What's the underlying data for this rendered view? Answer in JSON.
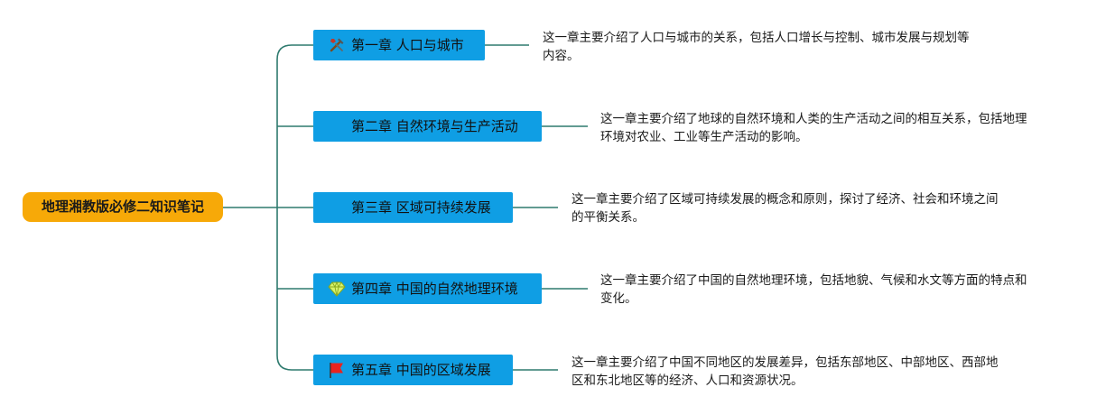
{
  "root": {
    "label": "地理湘教版必修二知识笔记"
  },
  "colors": {
    "root": "#f7a908",
    "chapter": "#0f9ee4",
    "line": "#2e7a6e"
  },
  "chapters": [
    {
      "title": "第一章 人口与城市",
      "icon": "tools-icon",
      "desc": [
        "这一章主要介绍了人口与城市的关系，包括人口增长与控制、城市发展与规划等",
        "内容。"
      ]
    },
    {
      "title": "第二章 自然环境与生产活动",
      "icon": "",
      "desc": [
        "这一章主要介绍了地球的自然环境和人类的生产活动之间的相互关系，包括地理",
        "环境对农业、工业等生产活动的影响。"
      ]
    },
    {
      "title": "第三章 区域可持续发展",
      "icon": "",
      "desc": [
        "这一章主要介绍了区域可持续发展的概念和原则，探讨了经济、社会和环境之间",
        "的平衡关系。"
      ]
    },
    {
      "title": "第四章 中国的自然地理环境",
      "icon": "gem-icon",
      "desc": [
        "这一章主要介绍了中国的自然地理环境，包括地貌、气候和水文等方面的特点和",
        "变化。"
      ]
    },
    {
      "title": "第五章 中国的区域发展",
      "icon": "red-flag-icon",
      "desc": [
        "这一章主要介绍了中国不同地区的发展差异，包括东部地区、中部地区、西部地",
        "区和东北地区等的经济、人口和资源状况。"
      ]
    }
  ]
}
